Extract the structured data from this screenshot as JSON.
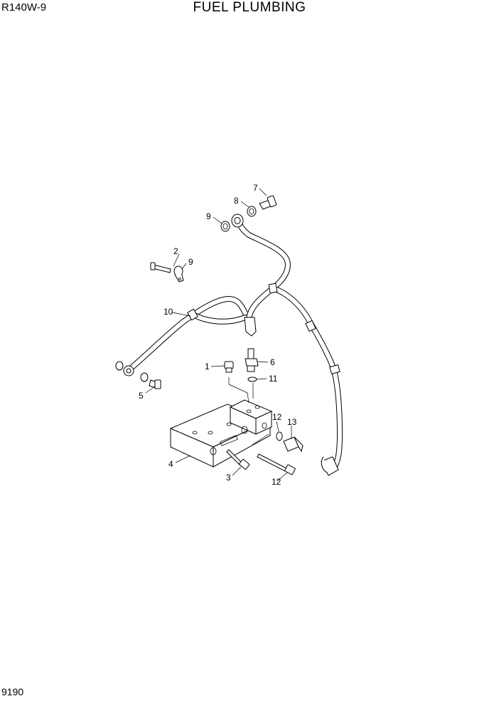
{
  "header": {
    "model": "R140W-9",
    "title": "FUEL PLUMBING"
  },
  "footer": {
    "page_number": "9190"
  },
  "callouts": [
    "1",
    "2",
    "3",
    "4",
    "5",
    "6",
    "7",
    "8",
    "9",
    "9",
    "10",
    "11",
    "12",
    "12",
    "13"
  ]
}
